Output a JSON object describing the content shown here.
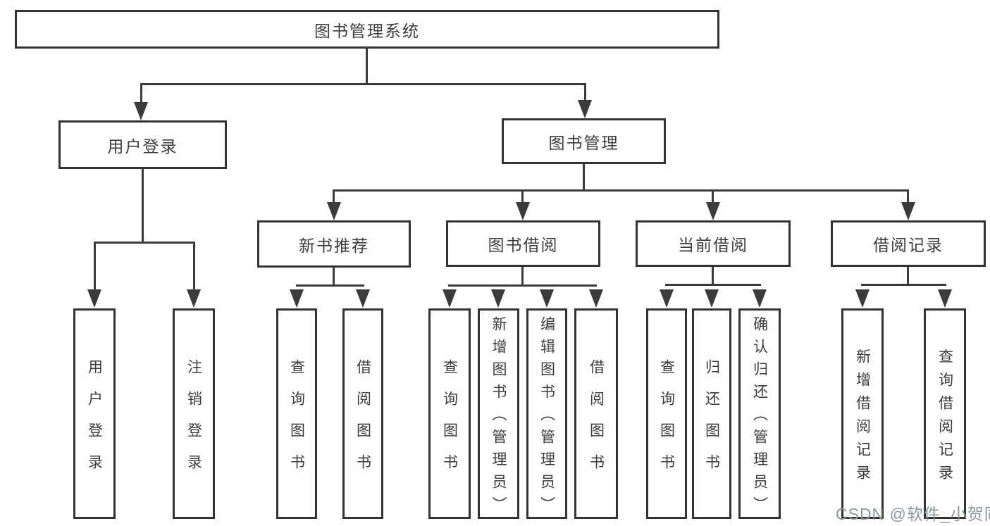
{
  "tree": {
    "root": {
      "label": "图书管理系统"
    },
    "user_login": {
      "label": "用户登录",
      "children": [
        {
          "label": "用户登录"
        },
        {
          "label": "注销登录"
        }
      ]
    },
    "book_management": {
      "label": "图书管理",
      "sections": [
        {
          "label": "新书推荐",
          "children": [
            {
              "label": "查询图书"
            },
            {
              "label": "借阅图书"
            }
          ]
        },
        {
          "label": "图书借阅",
          "children": [
            {
              "label": "查询图书"
            },
            {
              "label": "新增图书（管理员）"
            },
            {
              "label": "编辑图书（管理员）"
            },
            {
              "label": "借阅图书"
            }
          ]
        },
        {
          "label": "当前借阅",
          "children": [
            {
              "label": "查询图书"
            },
            {
              "label": "归还图书"
            },
            {
              "label": "确认归还（管理员）"
            }
          ]
        },
        {
          "label": "借阅记录",
          "children": [
            {
              "label": "新增借阅记录"
            },
            {
              "label": "查询借阅记录"
            }
          ]
        }
      ]
    }
  },
  "watermark": {
    "text": "CSDN @软件_小贺同学"
  },
  "colors": {
    "line": "#3b3b3b",
    "text": "#3c3c3c",
    "watermark": "#90939a"
  }
}
